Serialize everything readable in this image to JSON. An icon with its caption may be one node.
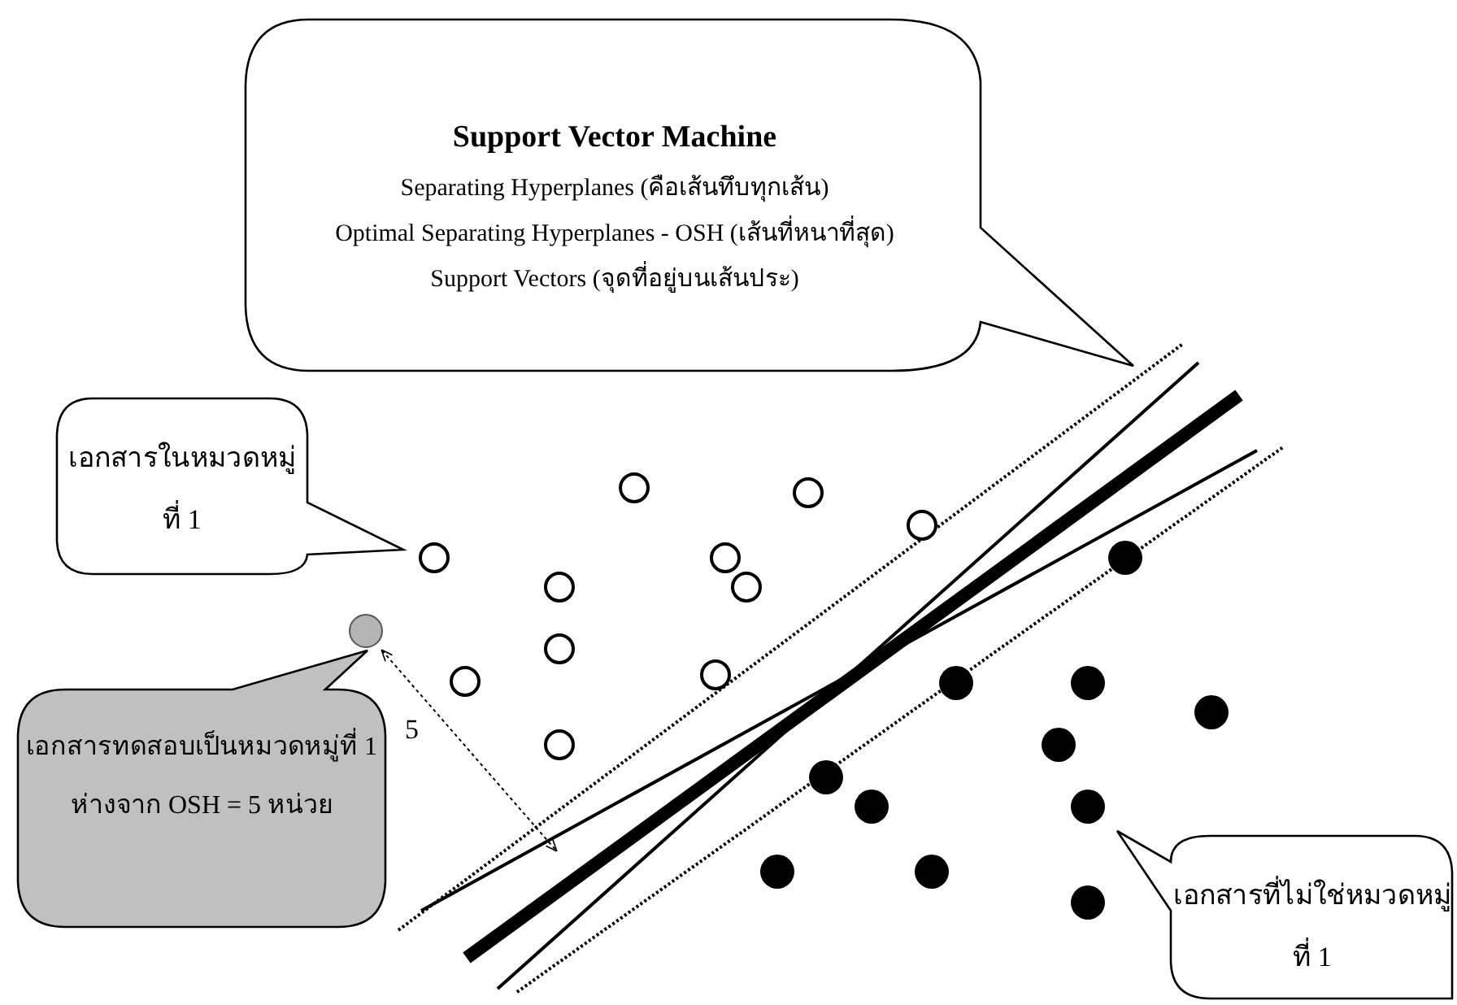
{
  "diagram": {
    "nodes": [
      {
        "text": [
          "Support Vector Machine",
          "Separating Hyperplanes (คือเส้นทึบทุกเส้น)",
          "Optimal Separating Hyperplanes - OSH (เส้นที่หนาที่สุด)",
          "Support Vectors (จุดที่อยู่บนเส้นประ)"
        ]
      },
      {
        "text": [
          "เอกสารในหมวดหมู่ที่ 1"
        ]
      },
      {
        "text": [
          "เอกสารทดสอบเป็นหมวดหมู่ที่ 1 ห่างจาก OSH = 5 หน่วย"
        ]
      },
      {
        "text": [
          "เอกสารที่ไม่ใช่หมวดหมู่ที่ 1"
        ]
      }
    ],
    "labels": [
      "5"
    ]
  }
}
